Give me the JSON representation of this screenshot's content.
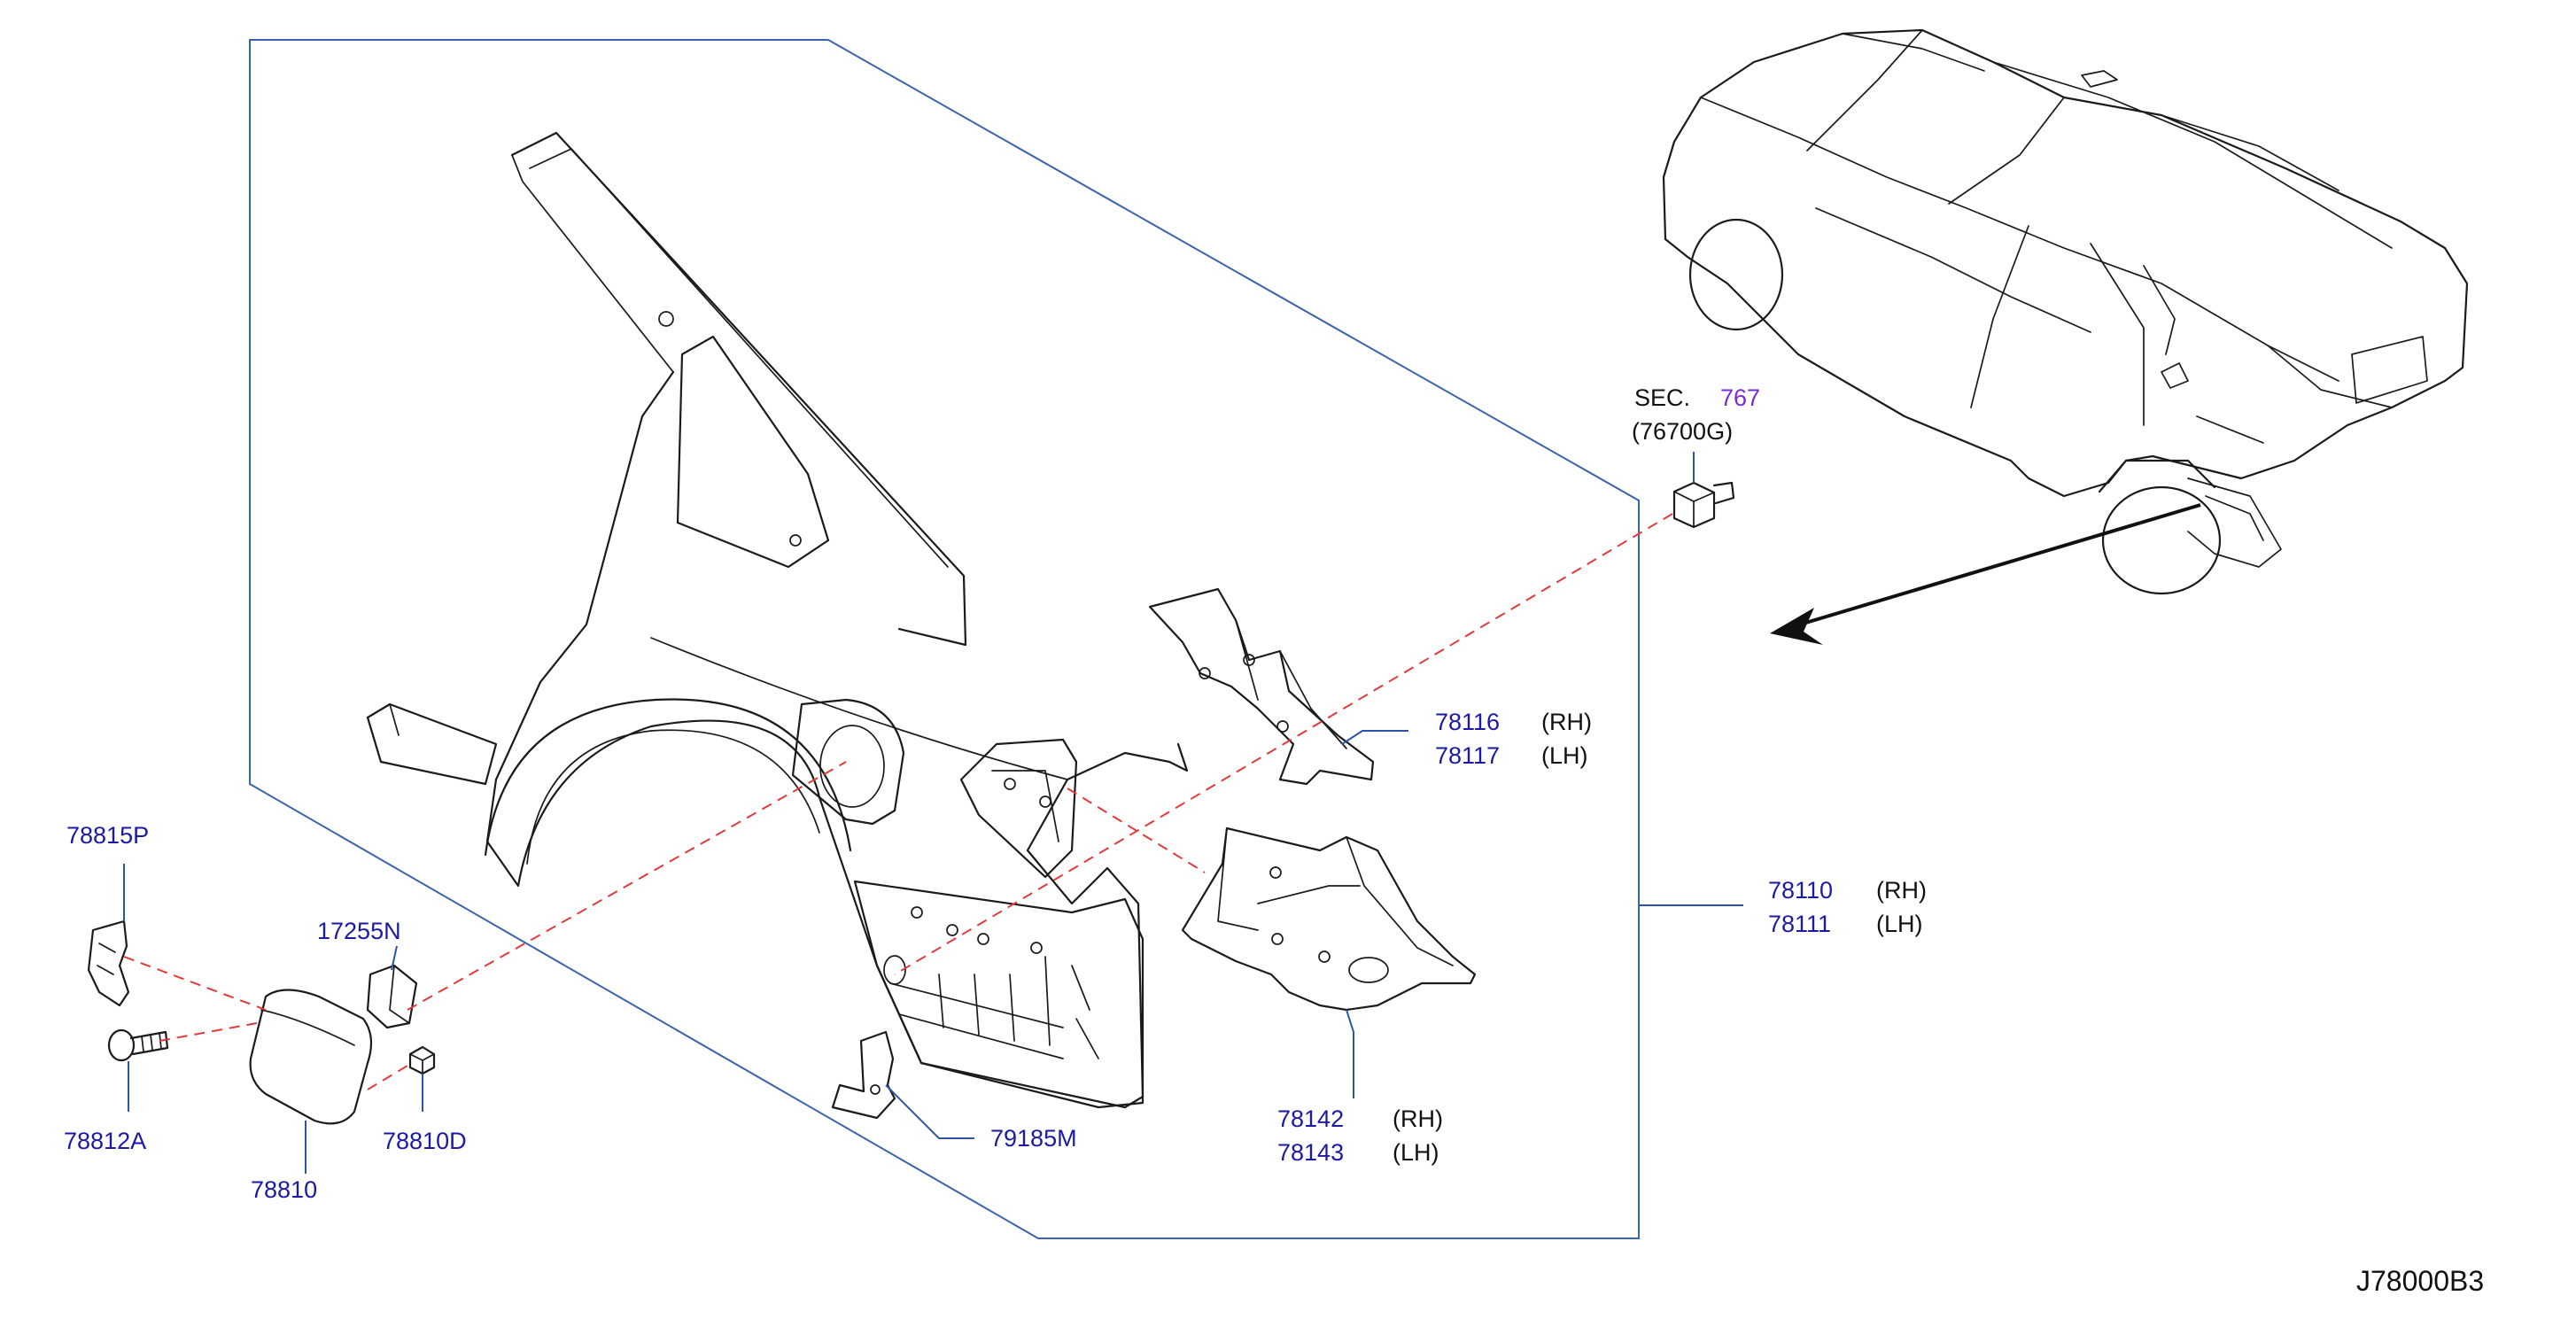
{
  "diagram_id": "J78000B3",
  "section_ref": {
    "prefix": "SEC.",
    "number": "767",
    "part": "(76700G)"
  },
  "callouts": [
    {
      "id": "c-78116",
      "number": "78116",
      "side": "(RH)"
    },
    {
      "id": "c-78117",
      "number": "78117",
      "side": "(LH)"
    },
    {
      "id": "c-78110",
      "number": "78110",
      "side": "(RH)"
    },
    {
      "id": "c-78111",
      "number": "78111",
      "side": "(LH)"
    },
    {
      "id": "c-78142",
      "number": "78142",
      "side": "(RH)"
    },
    {
      "id": "c-78143",
      "number": "78143",
      "side": "(LH)"
    },
    {
      "id": "c-79185M",
      "number": "79185M"
    },
    {
      "id": "c-78815P",
      "number": "78815P"
    },
    {
      "id": "c-17255N",
      "number": "17255N"
    },
    {
      "id": "c-78812A",
      "number": "78812A"
    },
    {
      "id": "c-78810D",
      "number": "78810D"
    },
    {
      "id": "c-78810",
      "number": "78810"
    }
  ],
  "colors": {
    "part_number": "#1a1aa6",
    "section_number": "#7a2bd6",
    "frame_line": "#3a63b0",
    "alignment_dash": "#e23a3a",
    "line_art": "#1b1b1b"
  }
}
